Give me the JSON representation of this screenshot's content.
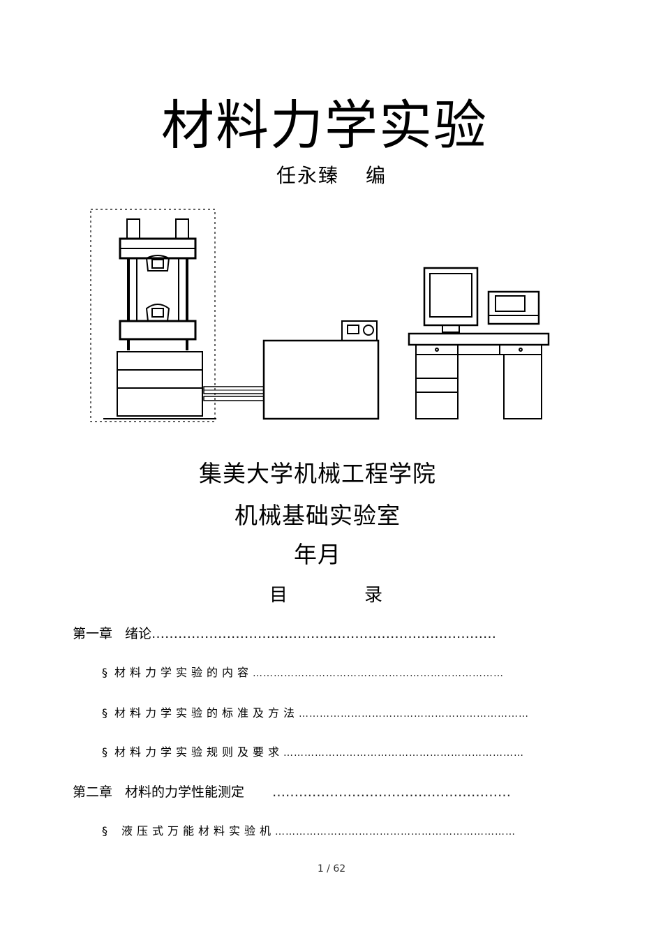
{
  "document": {
    "title": "材料力学实验",
    "author_name": "任永臻",
    "author_role": "编",
    "institution": "集美大学机械工程学院",
    "lab": "机械基础实验室",
    "date": "年月",
    "toc_title_left": "目",
    "toc_title_right": "录",
    "toc": [
      {
        "level": "chapter",
        "number": "第一章",
        "text": "绪论",
        "dots": "……………………………………………………………………"
      },
      {
        "level": "section",
        "symbol": "§",
        "text": "材料力学实验的内容",
        "dots": "………………………………………………………………"
      },
      {
        "level": "section",
        "symbol": "§",
        "text": "材料力学实验的标准及方法",
        "dots": "…………………………………………………………"
      },
      {
        "level": "section",
        "symbol": "§",
        "text": "材料力学实验规则及要求",
        "dots": "……………………………………………………………"
      },
      {
        "level": "chapter",
        "number": "第二章",
        "text": "材料的力学性能测定",
        "dots": "………………………………………………"
      },
      {
        "level": "section",
        "symbol": "§",
        "text": "液压式万能材料实验机",
        "dots": "……………………………………………………………"
      }
    ],
    "page_indicator": "1 / 62"
  }
}
